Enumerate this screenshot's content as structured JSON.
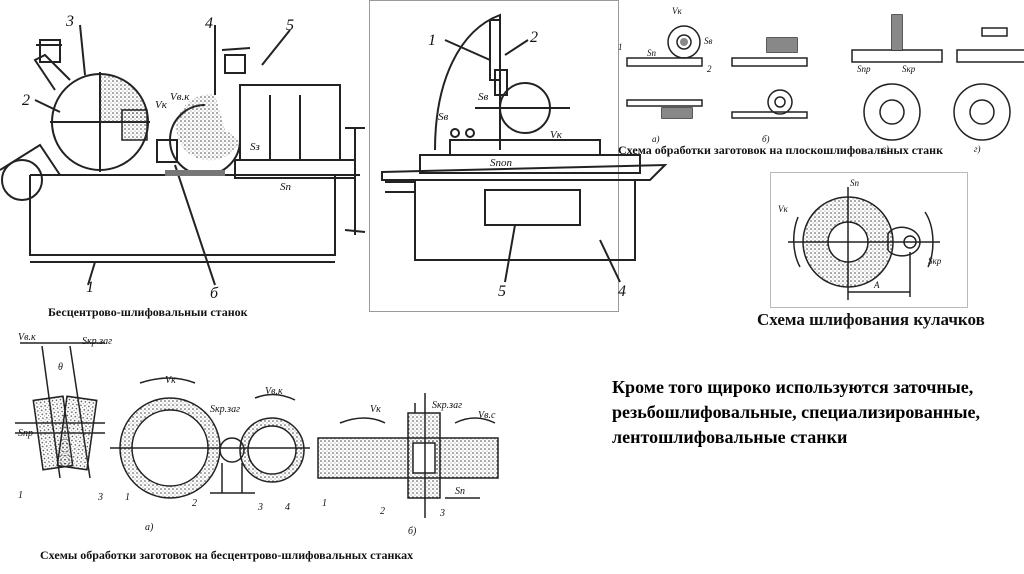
{
  "captions": {
    "centerless_machine": "Бесцентрово-шлифовальныи станок",
    "surface_schemes": "Схема обработки заготовок на плоскошлифовальных станк",
    "cam_grinding": "Схема шлифования кулачков",
    "centerless_schemes": "Схемы обработки заготовок на бесцентрово-шлифовальных станках",
    "paragraph_lines": [
      "Кроме того щироко используются заточные,",
      "резьбошлифовальные, специализированные,",
      "лентошлифовальные  станки"
    ]
  },
  "labels": {
    "machine1": {
      "n1": "1",
      "n2": "2",
      "n3": "3",
      "n4": "4",
      "n5": "5",
      "n6": "б",
      "vk": "Vк",
      "vvk": "Vв.к",
      "sn": "Sп",
      "sz": "Sз"
    },
    "machine2": {
      "n1": "1",
      "n2": "2",
      "n4": "4",
      "n5": "5",
      "sv": "Sв",
      "sb": "Sв",
      "vk": "Vк",
      "spop": "Sпоп"
    },
    "surface": {
      "vk": "Vк",
      "sn": "Sп",
      "sv": "Sв",
      "spr": "Sпр",
      "skr": "Sкр",
      "n1": "1",
      "n2": "2",
      "a": "а)",
      "b": "б)",
      "v": "в)",
      "g": "г)"
    },
    "cam": {
      "vk": "Vк",
      "sn": "Sп",
      "skr": "Sкр",
      "a": "A"
    },
    "centerless": {
      "vvk": "Vв.к",
      "skrzag": "Sкр.заг",
      "theta": "θ",
      "spr": "Sпр",
      "vk": "Vк",
      "n1": "1",
      "n2": "2",
      "n3": "3",
      "n4": "4",
      "a": "а)",
      "b": "б)",
      "sn": "Sп",
      "vvs": "Vв.с"
    }
  }
}
